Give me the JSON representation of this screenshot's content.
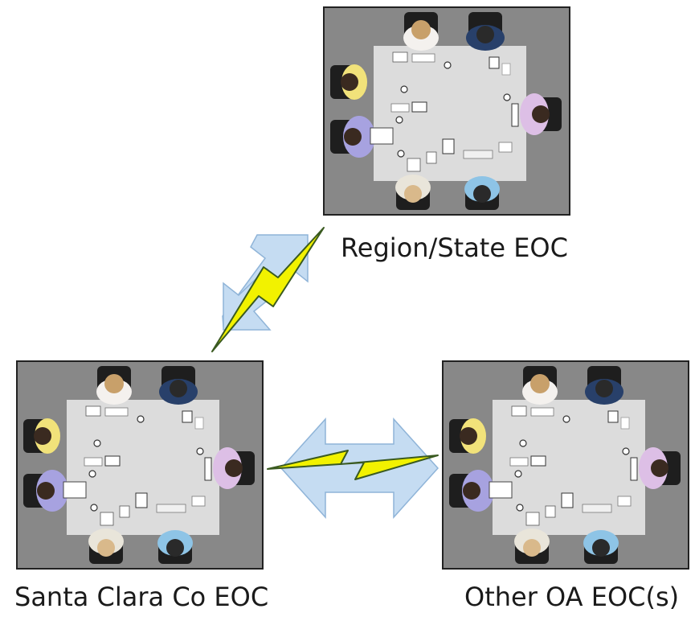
{
  "nodes": [
    {
      "id": "region",
      "label": "Region/State EOC"
    },
    {
      "id": "santa-clara",
      "label": "Santa Clara Co EOC"
    },
    {
      "id": "other-oa",
      "label": "Other OA EOC(s)"
    }
  ],
  "links": [
    {
      "from": "santa-clara",
      "to": "region",
      "icon": "lightning-bolt-icon"
    },
    {
      "from": "santa-clara",
      "to": "other-oa",
      "icon": "lightning-bolt-icon"
    }
  ],
  "colors": {
    "room_background": "#888888",
    "table": "#dcdcdc",
    "arrow_fill": "#c5dcf2",
    "arrow_stroke": "#8fb4d8",
    "bolt_fill": "#f2f200",
    "bolt_stroke": "#3a5a20"
  }
}
